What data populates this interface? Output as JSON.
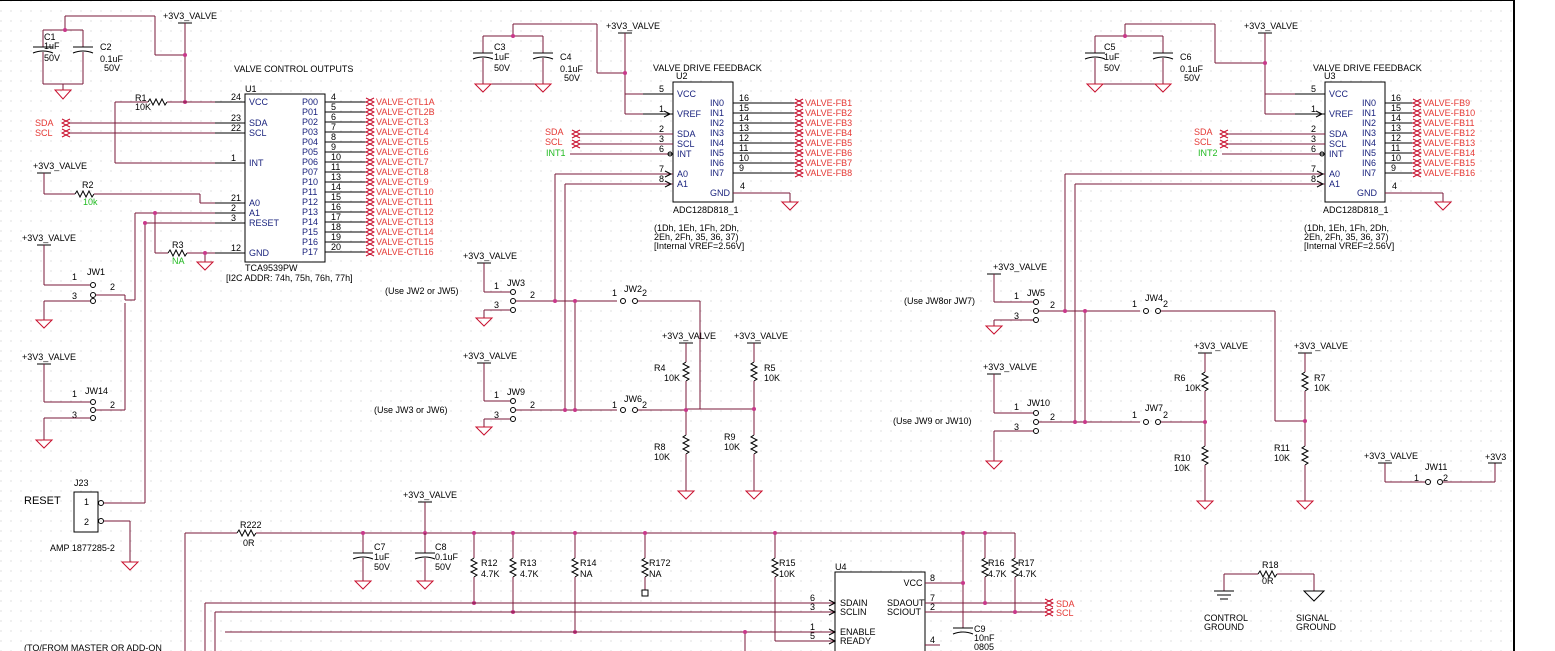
{
  "labels": {
    "vcc_valve": "+3V3_VALVE",
    "vcc_short": "+3V3",
    "valve_control_outputs": "VALVE CONTROL OUTPUTS",
    "valve_drive_feedback": "VALVE DRIVE FEEDBACK",
    "i2c_addr": "[I2C ADDR: 74h, 75h, 76h, 77h]",
    "adc_addr_1": "(1Dh, 1Eh, 1Fh, 2Dh,",
    "adc_addr_2": "2Eh, 2Fh, 35, 36, 37)",
    "adc_addr_3": "[Internal VREF=2.56V]",
    "use_jw2_jw5": "(Use JW2 or JW5)",
    "use_jw3_jw6": "(Use JW3 or JW6)",
    "use_jw8_jw7": "(Use JW8or JW7)",
    "use_jw9_jw10": "(Use JW9 or JW10)",
    "reset": "RESET",
    "amp": "AMP 1877285-2",
    "control_ground_1": "CONTROL",
    "control_ground_2": "GROUND",
    "signal_ground_1": "SIGNAL",
    "signal_ground_2": "GROUND",
    "to_from_master": "(TO/FROM MASTER OR ADD-ON"
  },
  "nets": {
    "sda": "SDA",
    "scl": "SCL",
    "int1": "INT1",
    "int2": "INT2"
  },
  "u1": {
    "ref": "U1",
    "part": "TCA9539PW",
    "left_pins": [
      {
        "num": "24",
        "name": "VCC"
      },
      {
        "num": "23",
        "name": "SDA"
      },
      {
        "num": "22",
        "name": "SCL"
      },
      {
        "num": "1",
        "name": "INT"
      },
      {
        "num": "21",
        "name": "A0"
      },
      {
        "num": "2",
        "name": "A1"
      },
      {
        "num": "3",
        "name": "RESET"
      },
      {
        "num": "12",
        "name": "GND"
      }
    ],
    "right_pins": [
      {
        "num": "4",
        "name": "P00",
        "net": "VALVE-CTL1A"
      },
      {
        "num": "5",
        "name": "P01",
        "net": "VALVE-CTL2B"
      },
      {
        "num": "6",
        "name": "P02",
        "net": "VALVE-CTL3"
      },
      {
        "num": "7",
        "name": "P03",
        "net": "VALVE-CTL4"
      },
      {
        "num": "8",
        "name": "P04",
        "net": "VALVE-CTL5"
      },
      {
        "num": "9",
        "name": "P05",
        "net": "VALVE-CTL6"
      },
      {
        "num": "10",
        "name": "P06",
        "net": "VALVE-CTL7"
      },
      {
        "num": "11",
        "name": "P07",
        "net": "VALVE-CTL8"
      },
      {
        "num": "13",
        "name": "P10",
        "net": "VALVE-CTL9"
      },
      {
        "num": "14",
        "name": "P11",
        "net": "VALVE-CTL10"
      },
      {
        "num": "15",
        "name": "P12",
        "net": "VALVE-CTL11"
      },
      {
        "num": "16",
        "name": "P13",
        "net": "VALVE-CTL12"
      },
      {
        "num": "17",
        "name": "P14",
        "net": "VALVE-CTL13"
      },
      {
        "num": "18",
        "name": "P15",
        "net": "VALVE-CTL14"
      },
      {
        "num": "19",
        "name": "P16",
        "net": "VALVE-CTL15"
      },
      {
        "num": "20",
        "name": "P17",
        "net": "VALVE-CTL16"
      }
    ]
  },
  "u2": {
    "ref": "U2",
    "part": "ADC128D818_1",
    "left_pins": [
      {
        "num": "5",
        "name": "VCC"
      },
      {
        "num": "1",
        "name": "VREF"
      },
      {
        "num": "2",
        "name": "SDA"
      },
      {
        "num": "3",
        "name": "SCL"
      },
      {
        "num": "6",
        "name": "INT"
      },
      {
        "num": "7",
        "name": "A0"
      },
      {
        "num": "8",
        "name": "A1"
      }
    ],
    "right_pins": [
      {
        "num": "16",
        "name": "IN0",
        "net": "VALVE-FB1"
      },
      {
        "num": "15",
        "name": "IN1",
        "net": "VALVE-FB2"
      },
      {
        "num": "14",
        "name": "IN2",
        "net": "VALVE-FB3"
      },
      {
        "num": "13",
        "name": "IN3",
        "net": "VALVE-FB4"
      },
      {
        "num": "12",
        "name": "IN4",
        "net": "VALVE-FB5"
      },
      {
        "num": "11",
        "name": "IN5",
        "net": "VALVE-FB6"
      },
      {
        "num": "10",
        "name": "IN6",
        "net": "VALVE-FB7"
      },
      {
        "num": "9",
        "name": "IN7",
        "net": "VALVE-FB8"
      }
    ],
    "gnd_pin": {
      "num": "4",
      "name": "GND"
    }
  },
  "u3": {
    "ref": "U3",
    "part": "ADC128D818_1",
    "left_pins": [
      {
        "num": "5",
        "name": "VCC"
      },
      {
        "num": "1",
        "name": "VREF"
      },
      {
        "num": "2",
        "name": "SDA"
      },
      {
        "num": "3",
        "name": "SCL"
      },
      {
        "num": "6",
        "name": "INT"
      },
      {
        "num": "7",
        "name": "A0"
      },
      {
        "num": "8",
        "name": "A1"
      }
    ],
    "right_pins": [
      {
        "num": "16",
        "name": "IN0",
        "net": "VALVE-FB9"
      },
      {
        "num": "15",
        "name": "IN1",
        "net": "VALVE-FB10"
      },
      {
        "num": "14",
        "name": "IN2",
        "net": "VALVE-FB11"
      },
      {
        "num": "13",
        "name": "IN3",
        "net": "VALVE-FB12"
      },
      {
        "num": "12",
        "name": "IN4",
        "net": "VALVE-FB13"
      },
      {
        "num": "11",
        "name": "IN5",
        "net": "VALVE-FB14"
      },
      {
        "num": "10",
        "name": "IN6",
        "net": "VALVE-FB15"
      },
      {
        "num": "9",
        "name": "IN7",
        "net": "VALVE-FB16"
      }
    ],
    "gnd_pin": {
      "num": "4",
      "name": "GND"
    }
  },
  "u4": {
    "ref": "U4",
    "pins": [
      {
        "num": "8",
        "name": "VCC"
      },
      {
        "num": "6",
        "name": "SDAIN"
      },
      {
        "num": "3",
        "name": "SCLIN"
      },
      {
        "num": "7",
        "name": "SDAOUT"
      },
      {
        "num": "2",
        "name": "SCIOUT"
      },
      {
        "num": "1",
        "name": "ENABLE"
      },
      {
        "num": "5",
        "name": "READY"
      },
      {
        "num": "4",
        "name": ""
      }
    ]
  },
  "caps": {
    "c1": {
      "ref": "C1",
      "value": "1uF",
      "volt": "50V"
    },
    "c2": {
      "ref": "C2",
      "value": "0.1uF",
      "volt": "50V"
    },
    "c3": {
      "ref": "C3",
      "value": "1uF",
      "volt": "50V"
    },
    "c4": {
      "ref": "C4",
      "value": "0.1uF",
      "volt": "50V"
    },
    "c5": {
      "ref": "C5",
      "value": "1uF",
      "volt": "50V"
    },
    "c6": {
      "ref": "C6",
      "value": "0.1uF",
      "volt": "50V"
    },
    "c7": {
      "ref": "C7",
      "value": "1uF",
      "volt": "50V"
    },
    "c8": {
      "ref": "C8",
      "value": "0.1uF",
      "volt": "50V"
    },
    "c9": {
      "ref": "C9",
      "value": "10nF",
      "volt": "0805"
    }
  },
  "resistors": {
    "r1": {
      "ref": "R1",
      "value": "10K"
    },
    "r2": {
      "ref": "R2",
      "value": "10k"
    },
    "r3": {
      "ref": "R3",
      "value": "NA"
    },
    "r4": {
      "ref": "R4",
      "value": "10K"
    },
    "r5": {
      "ref": "R5",
      "value": "10K"
    },
    "r6": {
      "ref": "R6",
      "value": "10K"
    },
    "r7": {
      "ref": "R7",
      "value": "10K"
    },
    "r8": {
      "ref": "R8",
      "value": "10K"
    },
    "r9": {
      "ref": "R9",
      "value": "10K"
    },
    "r10": {
      "ref": "R10",
      "value": "10K"
    },
    "r11": {
      "ref": "R11",
      "value": "10K"
    },
    "r12": {
      "ref": "R12",
      "value": "4.7K"
    },
    "r13": {
      "ref": "R13",
      "value": "4.7K"
    },
    "r14": {
      "ref": "R14",
      "value": "NA"
    },
    "r15": {
      "ref": "R15",
      "value": "10K"
    },
    "r16": {
      "ref": "R16",
      "value": "4.7K"
    },
    "r17": {
      "ref": "R17",
      "value": "4.7K"
    },
    "r18": {
      "ref": "R18",
      "value": "0R"
    },
    "r172": {
      "ref": "R172",
      "value": "NA"
    },
    "r222": {
      "ref": "R222",
      "value": "0R"
    }
  },
  "jumpers": {
    "jw1": "JW1",
    "jw14": "JW14",
    "jw3": "JW3",
    "jw9": "JW9",
    "jw2": "JW2",
    "jw6": "JW6",
    "jw5": "JW5",
    "jw10": "JW10",
    "jw4": "JW4",
    "jw7": "JW7",
    "jw11": "JW11"
  },
  "connector": {
    "ref": "J23",
    "pin1": "1",
    "pin2": "2"
  },
  "pin_nums": {
    "p1": "1",
    "p2": "2",
    "p3": "3"
  },
  "colors": {
    "wire": "#7a1a3a",
    "net_label": "#e53935",
    "pin_name": "#1a237e",
    "int_net": "#22bb22",
    "junction": "#c8388a"
  }
}
